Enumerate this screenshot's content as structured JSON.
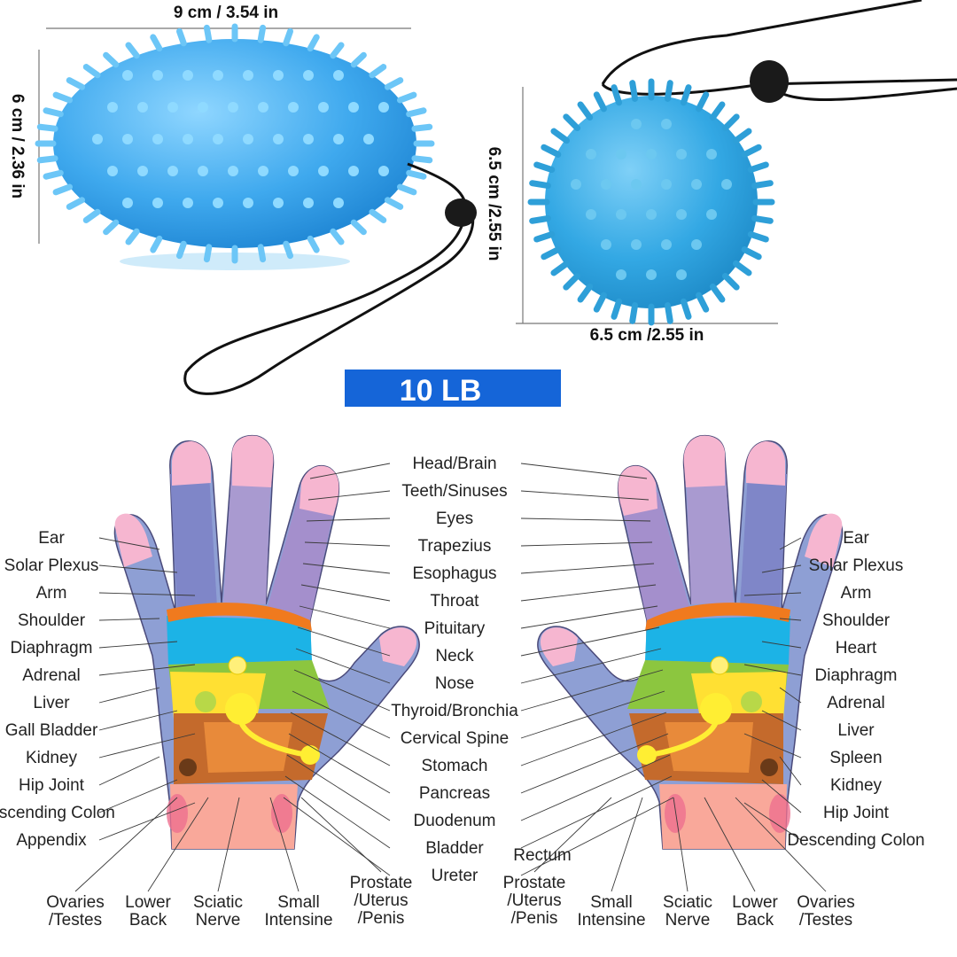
{
  "product": {
    "oval_ball": {
      "width_label": "9 cm / 3.54 in",
      "height_label": "6 cm / 2.36 in"
    },
    "round_ball": {
      "width_label": "6.5 cm /2.55 in",
      "height_label": "6.5 cm /2.55 in"
    },
    "weight_badge": "10 LB"
  },
  "colors": {
    "ball": "#3fa9ee",
    "ball_spike": "#7fd0fb",
    "badge": "#1565d8",
    "zone_orange": "#f07a1e",
    "zone_cyan": "#1cb3e6",
    "zone_green": "#8cc63f",
    "zone_yellow": "#ffe033",
    "zone_brown": "#c46a2c",
    "zone_salmon": "#f9a89a",
    "finger_purple": "#9b8ec5",
    "finger_tip_pink": "#f6b6d0"
  },
  "center_labels": [
    "Head/Brain",
    "Teeth/Sinuses",
    "Eyes",
    "Trapezius",
    "Esophagus",
    "Throat",
    "Pituitary",
    "Neck",
    "Nose",
    "Thyroid/Bronchia",
    "Cervical Spine",
    "Stomach",
    "Pancreas",
    "Duodenum",
    "Bladder",
    "Ureter"
  ],
  "left_labels": [
    "Ear",
    "Solar Plexus",
    "Arm",
    "Shoulder",
    "Diaphragm",
    "Adrenal",
    "Liver",
    "Gall Bladder",
    "Kidney",
    "Hip Joint",
    "Ascending Colon",
    "Appendix"
  ],
  "right_labels": [
    "Ear",
    "Solar Plexus",
    "Arm",
    "Shoulder",
    "Heart",
    "Diaphragm",
    "Adrenal",
    "Liver",
    "Spleen",
    "Kidney",
    "Hip Joint",
    "Descending Colon"
  ],
  "rectum_label": "Rectum",
  "bottom_left_labels": [
    {
      "line1": "Ovaries",
      "line2": "/Testes"
    },
    {
      "line1": "Lower",
      "line2": "Back"
    },
    {
      "line1": "Sciatic",
      "line2": "Nerve"
    },
    {
      "line1": "Small",
      "line2": "Intensine"
    },
    {
      "line1": "Prostate",
      "line2": "/Uterus",
      "line3": "/Penis"
    }
  ],
  "bottom_right_labels": [
    {
      "line1": "Prostate",
      "line2": "/Uterus",
      "line3": "/Penis"
    },
    {
      "line1": "Small",
      "line2": "Intensine"
    },
    {
      "line1": "Sciatic",
      "line2": "Nerve"
    },
    {
      "line1": "Lower",
      "line2": "Back"
    },
    {
      "line1": "Ovaries",
      "line2": "/Testes"
    }
  ]
}
